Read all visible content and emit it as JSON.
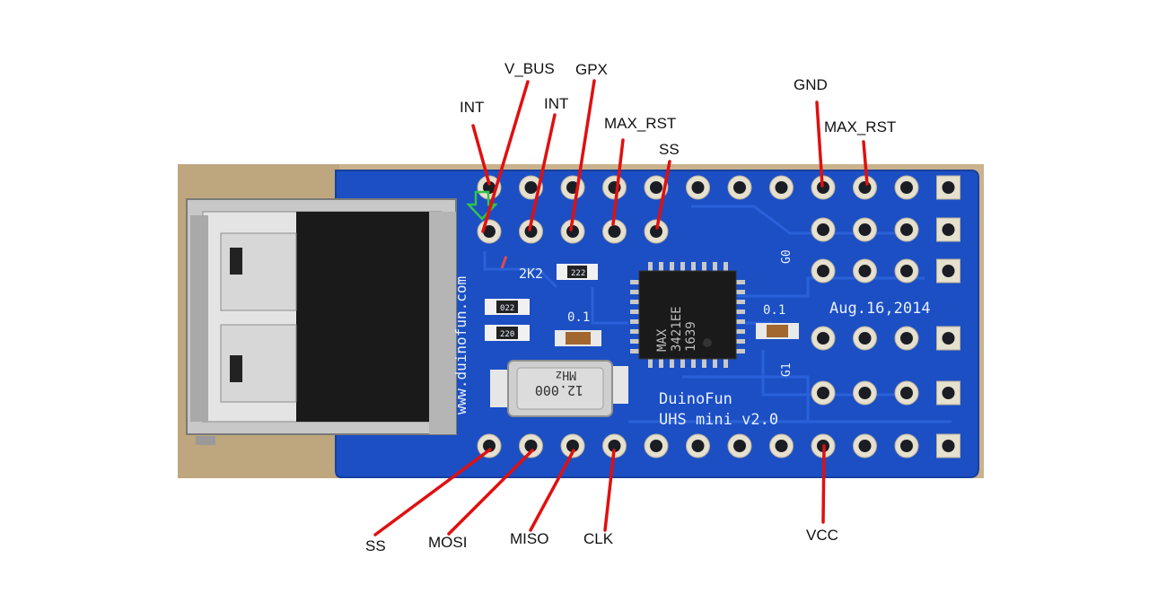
{
  "board": {
    "url_text": "www.duinofun.com",
    "res_2k2": "2K2",
    "res_marking": "222",
    "res_22_a": "022",
    "res_22_b": "220",
    "cap_label_a": "0.1",
    "cap_label_b": "0.1",
    "crystal_line1": "12.000",
    "crystal_line2": "MHz",
    "chip_line1": "MAX",
    "chip_line2": "3421EE",
    "chip_line3": "1639",
    "brand": "DuinoFun",
    "model": "UHS mini v2.0",
    "date": "Aug.16,2014",
    "g0": "G0",
    "g1": "G1"
  },
  "labels": {
    "int_left": "INT",
    "v_bus": "V_BUS",
    "gpx": "GPX",
    "int_right": "INT",
    "max_rst_top": "MAX_RST",
    "ss_top": "SS",
    "gnd": "GND",
    "max_rst_right": "MAX_RST",
    "ss_bottom": "SS",
    "mosi": "MOSI",
    "miso": "MISO",
    "clk": "CLK",
    "vcc": "VCC"
  },
  "colors": {
    "pcb": "#1c4fc4",
    "leader": "#e01010",
    "wood": "#c9b28c"
  }
}
